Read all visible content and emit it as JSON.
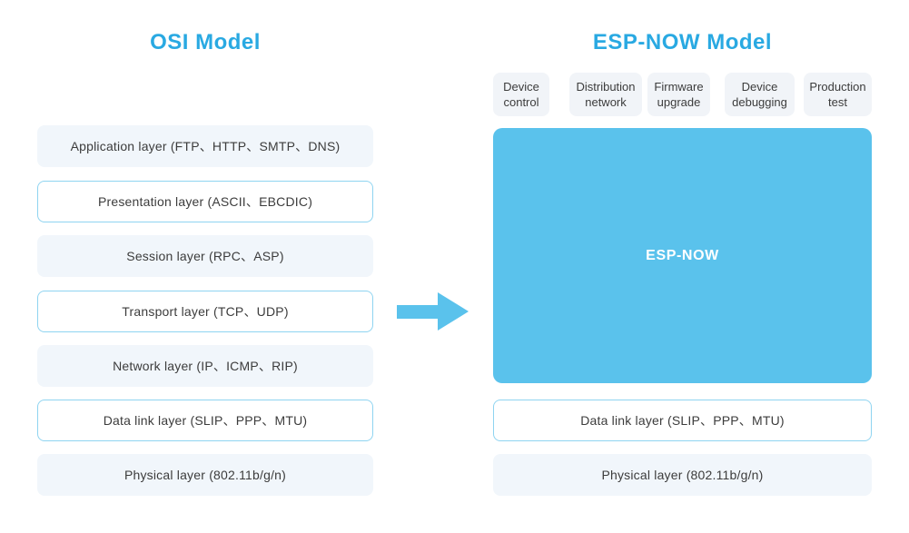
{
  "osi": {
    "title": "OSI Model",
    "layers": [
      {
        "label": "Application layer (FTP、HTTP、SMTP、DNS)",
        "style": "fill"
      },
      {
        "label": "Presentation layer (ASCII、EBCDIC)",
        "style": "outline"
      },
      {
        "label": "Session layer (RPC、ASP)",
        "style": "fill"
      },
      {
        "label": "Transport layer (TCP、UDP)",
        "style": "outline"
      },
      {
        "label": "Network layer (IP、ICMP、RIP)",
        "style": "fill"
      },
      {
        "label": "Data link layer (SLIP、PPP、MTU)",
        "style": "outline"
      },
      {
        "label": "Physical layer (802.11b/g/n)",
        "style": "fill"
      }
    ]
  },
  "espnow": {
    "title": "ESP-NOW Model",
    "use_cases": [
      "Device control",
      "Distribution network",
      "Firmware upgrade",
      "Device debugging",
      "Production test"
    ],
    "main_block_label": "ESP-NOW",
    "layers": [
      {
        "label": "Data link layer (SLIP、PPP、MTU)",
        "style": "outline"
      },
      {
        "label": "Physical layer (802.11b/g/n)",
        "style": "fill"
      }
    ]
  },
  "arrow": {
    "direction": "right"
  },
  "colors": {
    "accent_blue": "#29a9e2",
    "sky_blue": "#5ac2ec",
    "layer_fill": "#f1f6fb",
    "outline_border": "#8fd4f1",
    "chip_fill": "#f1f4f8",
    "text": "#3c3c3c",
    "background": "#ffffff"
  }
}
